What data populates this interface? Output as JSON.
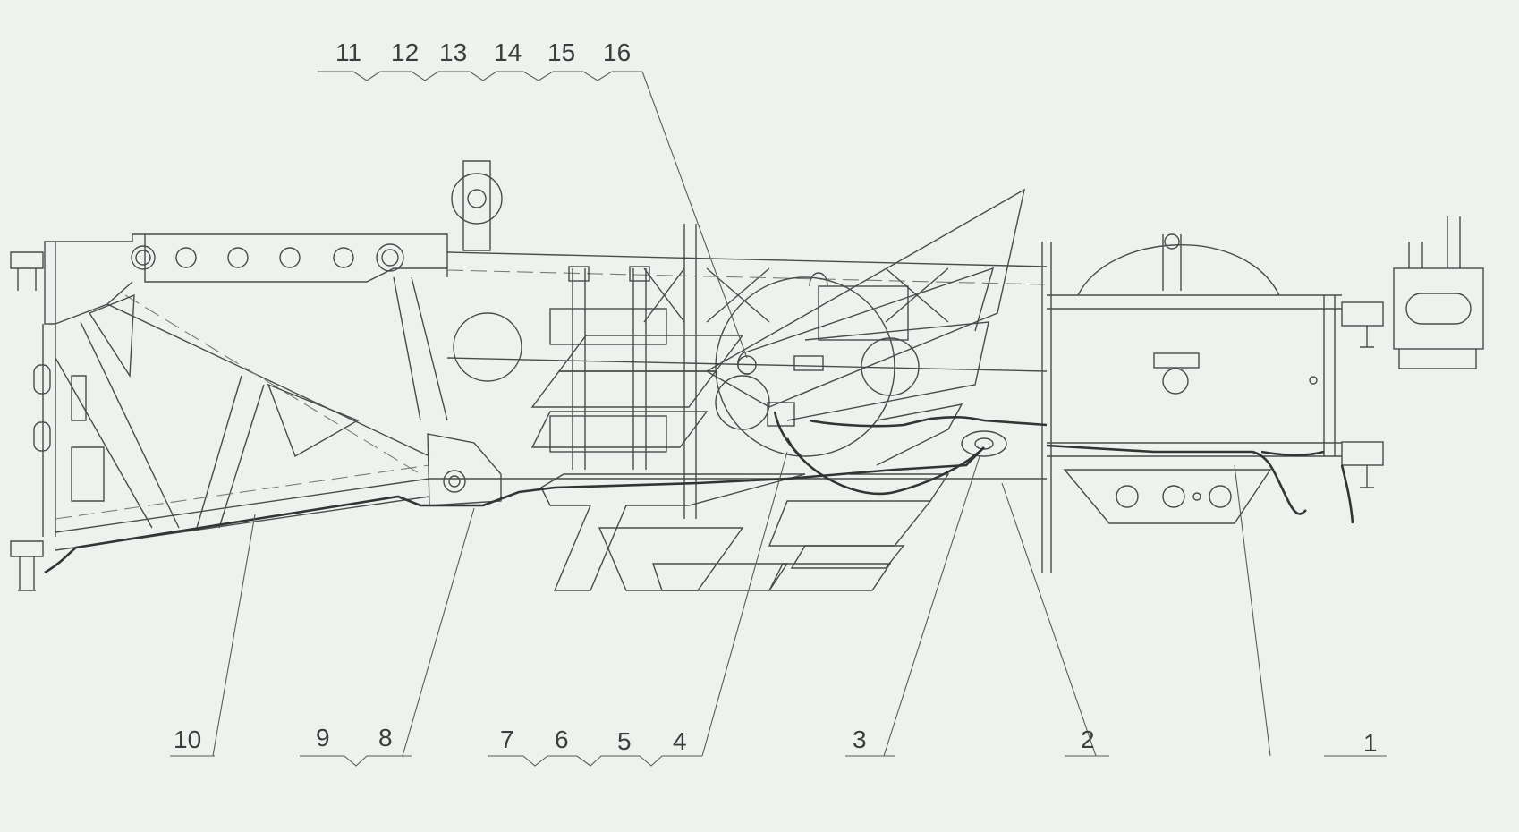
{
  "callouts": {
    "c1": "1",
    "c2": "2",
    "c3": "3",
    "c4": "4",
    "c5": "5",
    "c6": "6",
    "c7": "7",
    "c8": "8",
    "c9": "9",
    "c10": "10",
    "c11": "11",
    "c12": "12",
    "c13": "13",
    "c14": "14",
    "c15": "15",
    "c16": "16"
  },
  "colors": {
    "background": "#eef1ed",
    "line": "#4a4c4b"
  }
}
